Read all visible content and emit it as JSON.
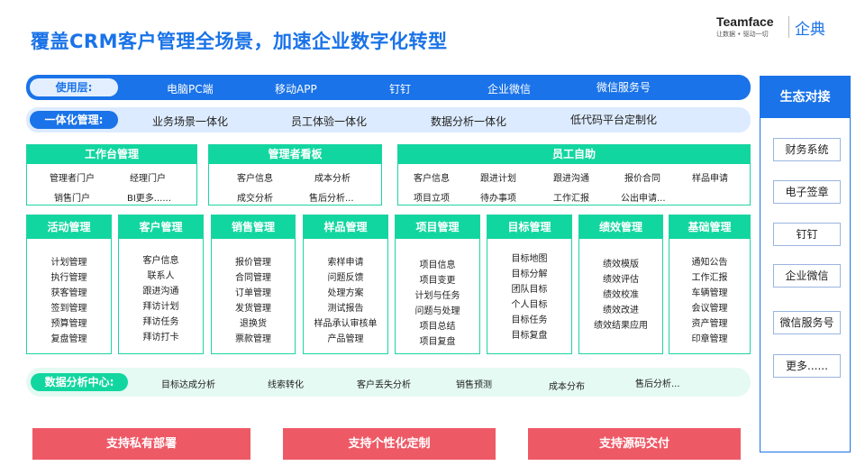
{
  "title": "覆盖CRM客户管理全场景，加速企业数字化转型",
  "logo": {
    "name_en": "Teamface",
    "tagline": "让数据 • 驱动一切",
    "name_cn": "企典"
  },
  "usage_layer": {
    "label": "使用层:",
    "items": [
      "电脑PC端",
      "移动APP",
      "钉钉",
      "企业微信",
      "微信服务号"
    ]
  },
  "integrated_mgmt": {
    "label": "一体化管理:",
    "items": [
      "业务场景一体化",
      "员工体验一体化",
      "数据分析一体化",
      "低代码平台定制化"
    ]
  },
  "workbench": {
    "title": "工作台管理",
    "items": [
      "管理者门户",
      "经理门户",
      "销售门户",
      "BI更多......"
    ]
  },
  "manager_board": {
    "title": "管理者看板",
    "items": [
      "客户信息",
      "成本分析",
      "成交分析",
      "售后分析..."
    ]
  },
  "employee_self": {
    "title": "员工自助",
    "items": [
      "客户信息",
      "跟进计划",
      "跟进沟通",
      "报价合同",
      "样品申请",
      "项目立项",
      "待办事项",
      "工作汇报",
      "公出申请..."
    ]
  },
  "modules": [
    {
      "title": "活动管理",
      "items": [
        "计划管理",
        "执行管理",
        "获客管理",
        "签到管理",
        "预算管理",
        "复盘管理"
      ]
    },
    {
      "title": "客户管理",
      "items": [
        "客户信息",
        "联系人",
        "跟进沟通",
        "拜访计划",
        "拜访任务",
        "拜访打卡"
      ]
    },
    {
      "title": "销售管理",
      "items": [
        "报价管理",
        "合同管理",
        "订单管理",
        "发货管理",
        "退换货",
        "票款管理"
      ]
    },
    {
      "title": "样品管理",
      "items": [
        "索样申请",
        "问题反馈",
        "处理方案",
        "测试报告",
        "样品承认审核单",
        "产品管理"
      ]
    },
    {
      "title": "项目管理",
      "items": [
        "项目信息",
        "项目变更",
        "计划与任务",
        "问题与处理",
        "项目总结",
        "项目复盘"
      ]
    },
    {
      "title": "目标管理",
      "items": [
        "目标地图",
        "目标分解",
        "团队目标",
        "个人目标",
        "目标任务",
        "目标复盘"
      ]
    },
    {
      "title": "绩效管理",
      "items": [
        "绩效模版",
        "绩效评估",
        "绩效校准",
        "绩效改进",
        "绩效结果应用"
      ]
    },
    {
      "title": "基础管理",
      "items": [
        "通知公告",
        "工作汇报",
        "车辆管理",
        "会议管理",
        "资产管理",
        "印章管理"
      ]
    }
  ],
  "data_center": {
    "label": "数据分析中心:",
    "items": [
      "目标达成分析",
      "线索转化",
      "客户丢失分析",
      "销售预测",
      "成本分布",
      "售后分析..."
    ]
  },
  "ecosystem": {
    "title": "生态对接",
    "items": [
      "财务系统",
      "电子签章",
      "钉钉",
      "企业微信",
      "微信服务号",
      "更多......"
    ]
  },
  "cta": [
    "支持私有部署",
    "支持个性化定制",
    "支持源码交付"
  ]
}
